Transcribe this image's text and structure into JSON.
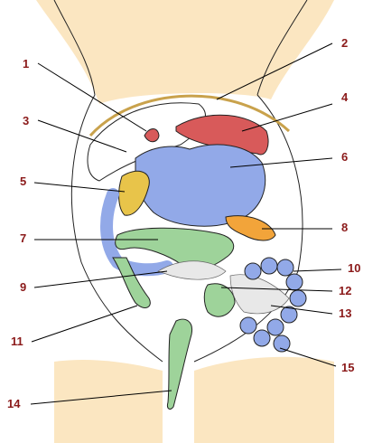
{
  "colors": {
    "skin": "#fbe6c1",
    "label_text": "#8b1a1a",
    "blue": "#92a9e8",
    "green": "#9ed39a",
    "red": "#d85a5a",
    "orange": "#f2a43a",
    "yellow": "#e8c44a",
    "fat": "#555555"
  },
  "labels": [
    {
      "id": "1",
      "text": "1"
    },
    {
      "id": "2",
      "text": "2"
    },
    {
      "id": "3",
      "text": "3"
    },
    {
      "id": "4",
      "text": "4"
    },
    {
      "id": "5",
      "text": "5"
    },
    {
      "id": "6",
      "text": "6"
    },
    {
      "id": "7",
      "text": "7"
    },
    {
      "id": "8",
      "text": "8"
    },
    {
      "id": "9",
      "text": "9"
    },
    {
      "id": "10",
      "text": "10"
    },
    {
      "id": "11",
      "text": "11"
    },
    {
      "id": "12",
      "text": "12"
    },
    {
      "id": "13",
      "text": "13"
    },
    {
      "id": "14",
      "text": "14"
    },
    {
      "id": "15",
      "text": "15"
    }
  ]
}
